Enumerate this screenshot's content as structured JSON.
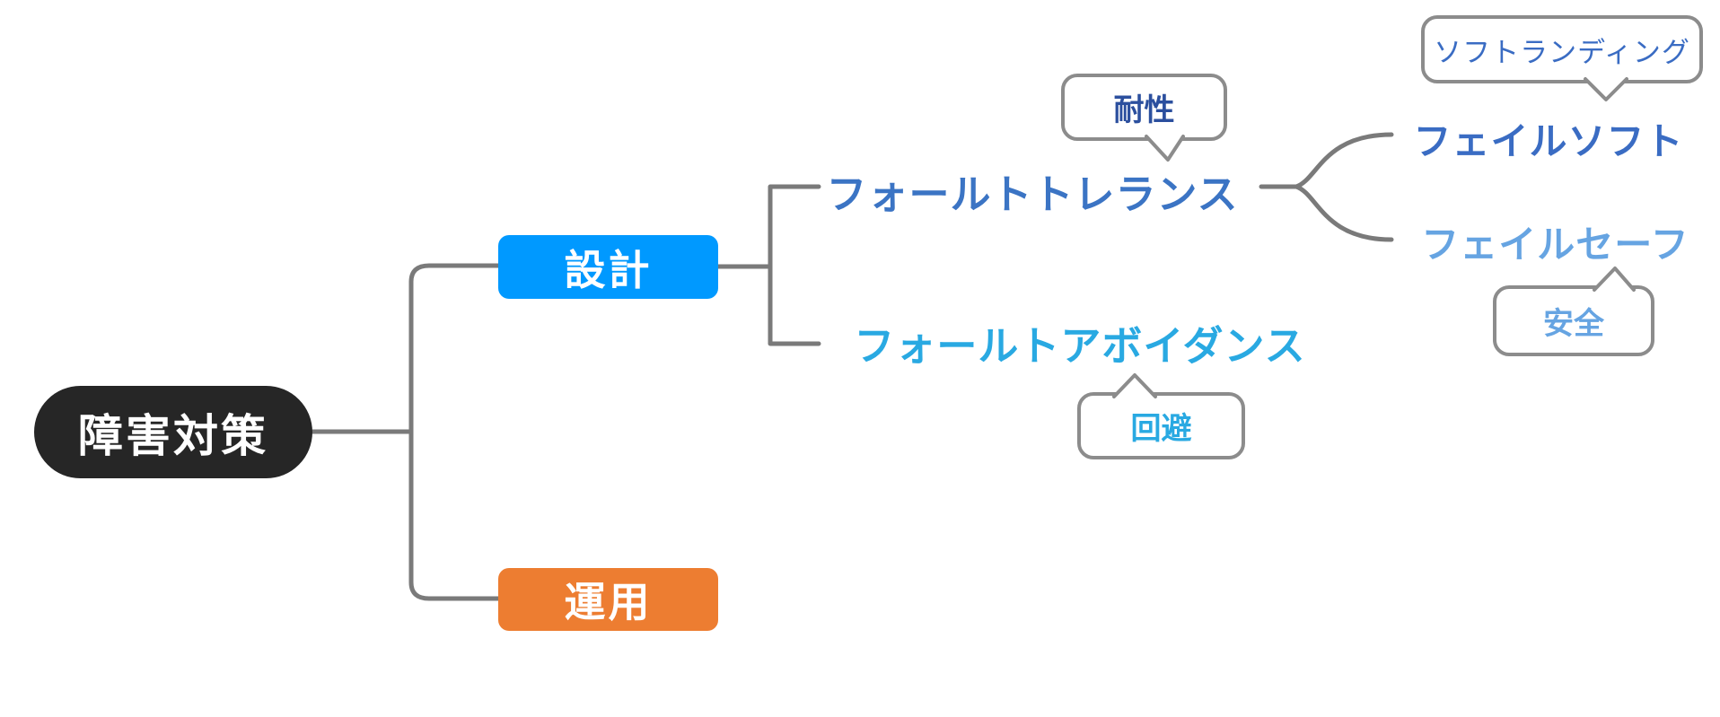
{
  "canvas": {
    "background_color": "#ffffff",
    "connector_color": "#7a7a7a",
    "callout_border_color": "#8c8c8c"
  },
  "mindmap": {
    "root": {
      "label": "障害対策",
      "fill": "#262626",
      "text_color": "#ffffff",
      "shape": "pill"
    },
    "branches": [
      {
        "label": "設計",
        "fill": "#0099ff",
        "text_color": "#ffffff",
        "shape": "rounded-rect",
        "children": [
          {
            "label": "フォールトトレランス",
            "color": "#3b74c4",
            "callout": {
              "label": "耐性",
              "color": "#2b4f9e",
              "position": "above"
            },
            "children": [
              {
                "label": "フェイルソフト",
                "color": "#3a6cc3",
                "callout": {
                  "label": "ソフトランディング",
                  "color": "#3a6cc3",
                  "position": "above"
                }
              },
              {
                "label": "フェイルセーフ",
                "color": "#66a4e2",
                "callout": {
                  "label": "安全",
                  "color": "#66a4e2",
                  "position": "below"
                }
              }
            ]
          },
          {
            "label": "フォールトアボイダンス",
            "color": "#29a9e2",
            "callout": {
              "label": "回避",
              "color": "#29a9e2",
              "position": "below"
            }
          }
        ]
      },
      {
        "label": "運用",
        "fill": "#ed7d31",
        "text_color": "#ffffff",
        "shape": "rounded-rect",
        "children": []
      }
    ]
  }
}
